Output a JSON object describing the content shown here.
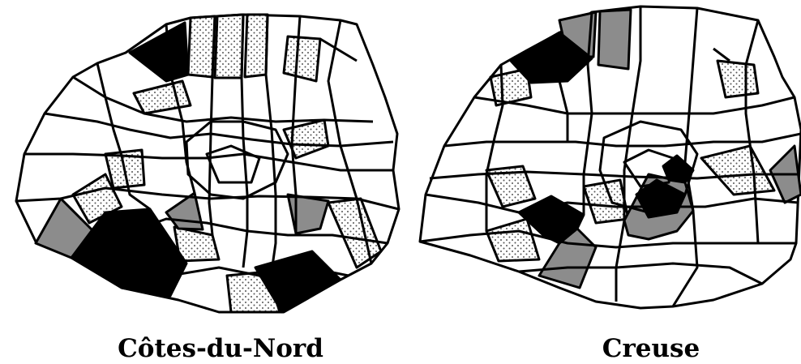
{
  "maps": [
    {
      "title": "Côtes-du-Nord",
      "black_zones": [
        "north-west",
        "south-west",
        "south-east"
      ],
      "grey_zones": [
        "west",
        "south-center",
        "east"
      ]
    },
    {
      "title": "Creuse",
      "black_zones": [
        "north-west",
        "south-west",
        "center"
      ],
      "grey_zones": [
        "north",
        "south",
        "center-ring",
        "east"
      ]
    }
  ],
  "fill_colors": {
    "black": "#000000",
    "grey": "#8c8c8c",
    "dotted": "#dcdcdc",
    "white": "#ffffff",
    "stroke": "#000000"
  }
}
